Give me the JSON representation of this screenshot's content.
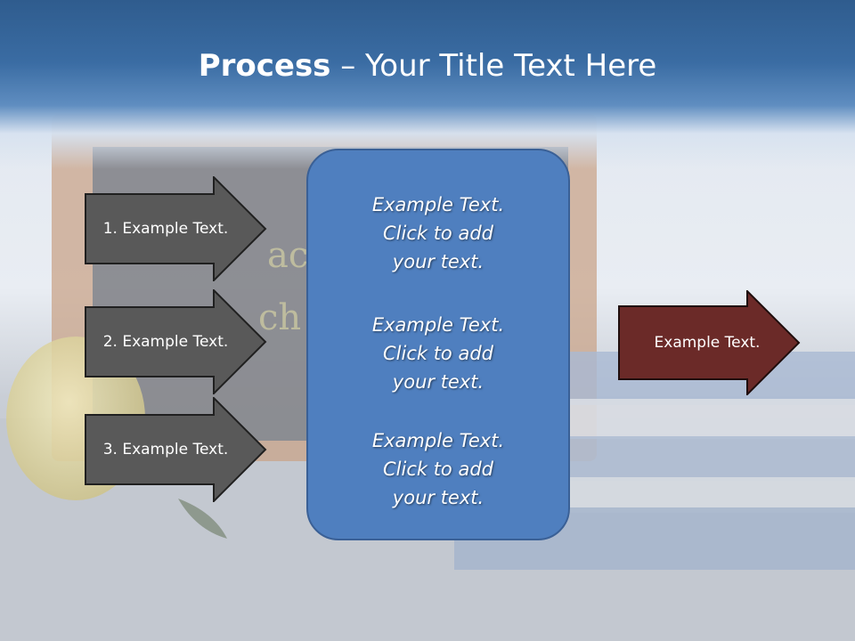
{
  "title": {
    "bold": "Process",
    "rest": " – Your Title Text Here"
  },
  "left_arrows": [
    {
      "label": "1. Example Text."
    },
    {
      "label": "2. Example Text."
    },
    {
      "label": "3. Example Text."
    }
  ],
  "center_box": {
    "blocks": [
      {
        "lines": [
          "Example Text.",
          "Click  to add",
          "your text."
        ]
      },
      {
        "lines": [
          "Example Text.",
          "Click  to add",
          "your text."
        ]
      },
      {
        "lines": [
          "Example Text.",
          "Click  to add",
          "your text."
        ]
      }
    ]
  },
  "right_arrow": {
    "label": "Example Text."
  },
  "colors": {
    "title_band": "#3a6ca3",
    "left_arrow_fill": "#595959",
    "center_box_fill": "#4f7fbf",
    "right_arrow_fill": "#6b2a28",
    "text": "#ffffff"
  }
}
